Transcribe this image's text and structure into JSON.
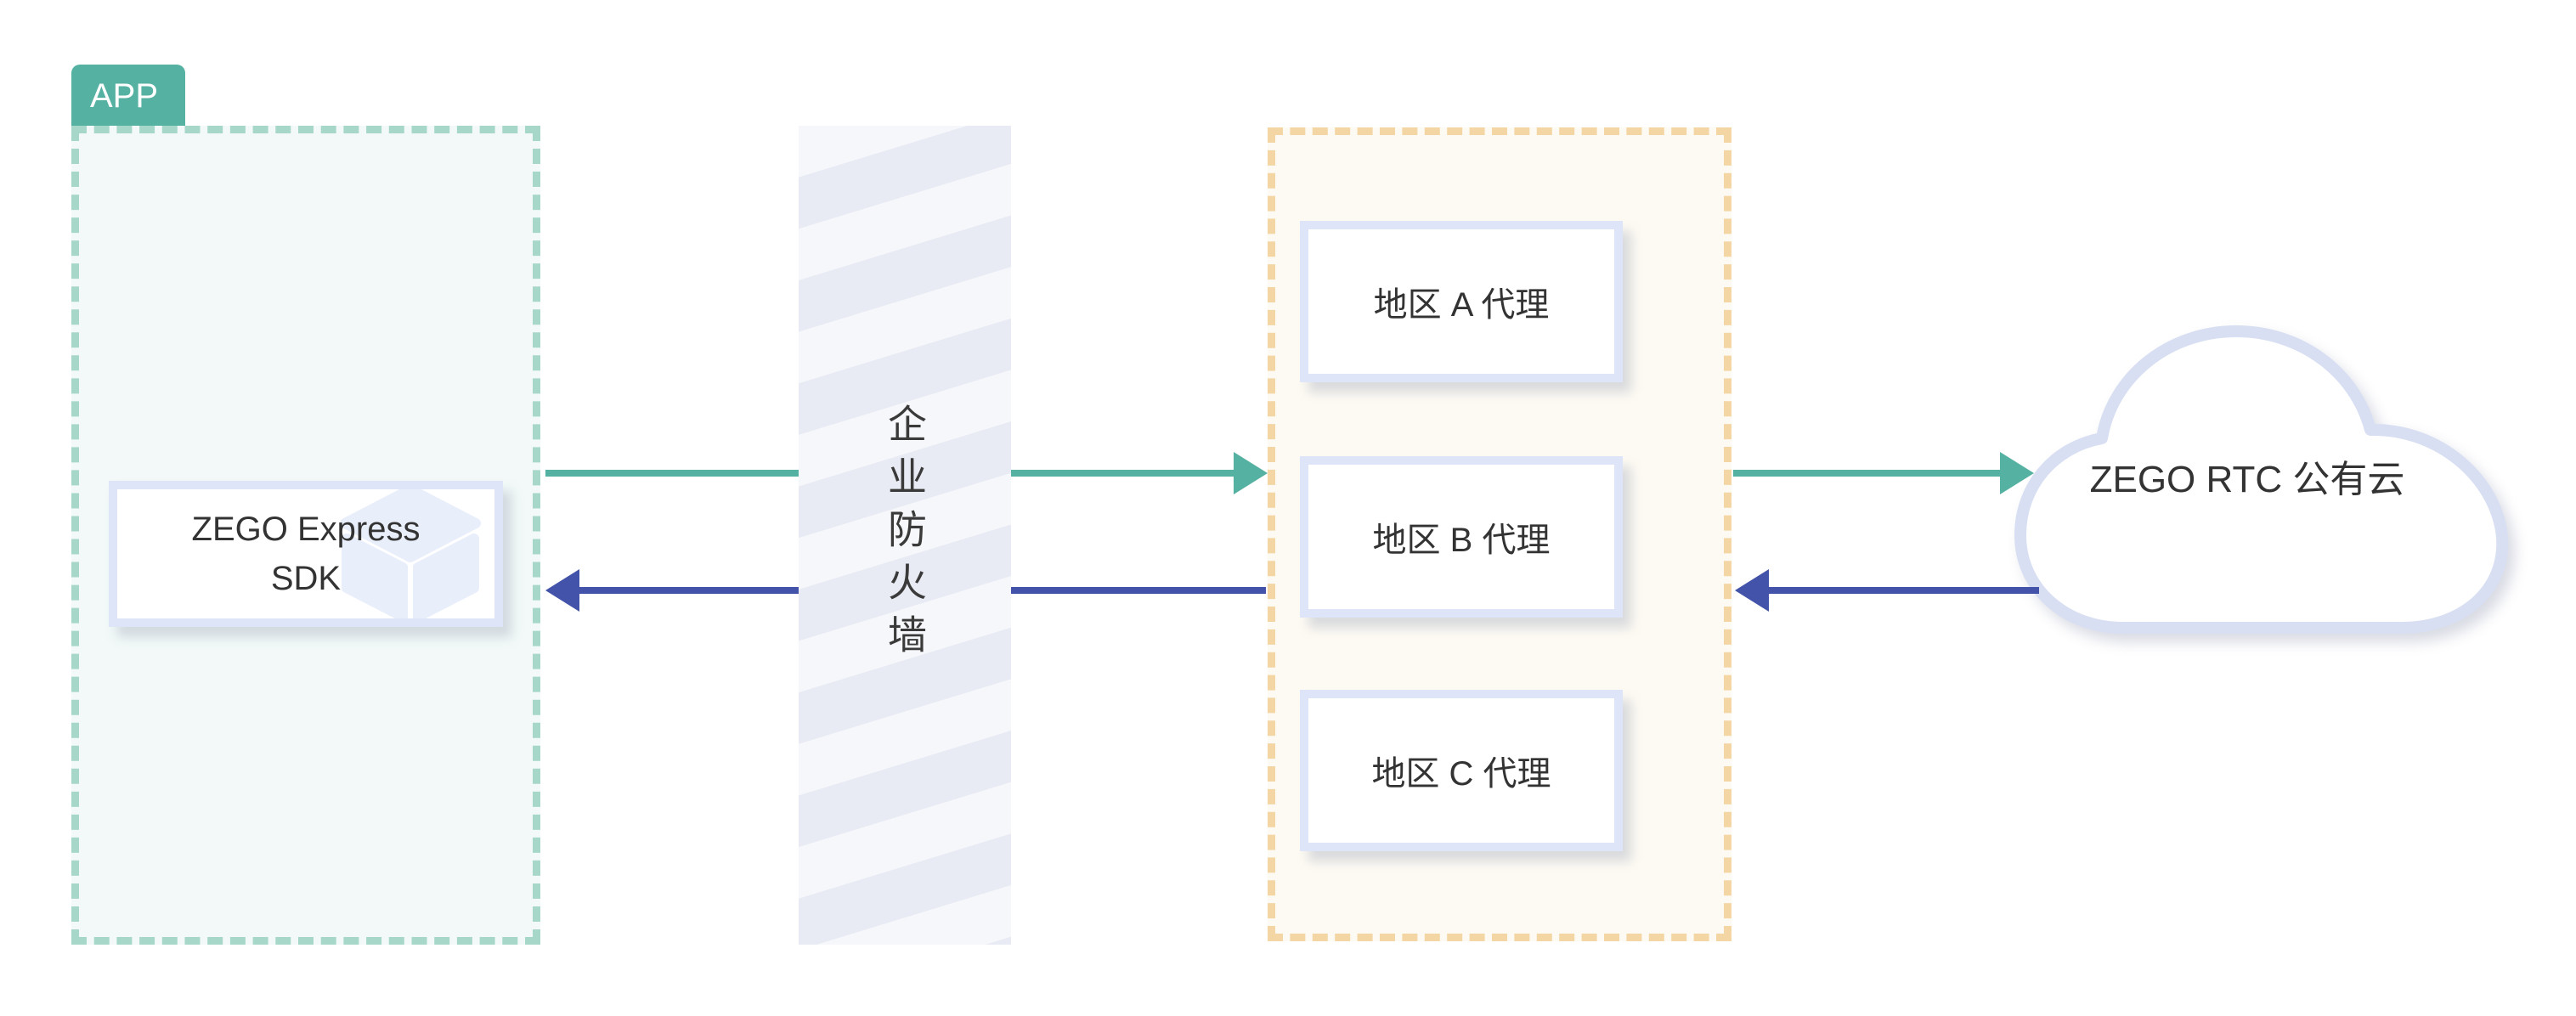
{
  "diagram": {
    "app": {
      "tag": "APP",
      "sdk": {
        "lines": [
          "ZEGO Express",
          "SDK"
        ]
      }
    },
    "firewall": {
      "label": "企业防火墙"
    },
    "proxies": {
      "items": [
        {
          "label": "地区 A 代理"
        },
        {
          "label": "地区 B 代理"
        },
        {
          "label": "地区 C 代理"
        }
      ]
    },
    "cloud": {
      "label": "ZEGO RTC 公有云"
    },
    "flows": [
      {
        "name": "uplink",
        "direction": "left-to-right",
        "color_key": "teal_accent"
      },
      {
        "name": "downlink",
        "direction": "right-to-left",
        "color_key": "blue_arrow"
      }
    ]
  },
  "colors": {
    "teal_accent": "#55b1a1",
    "teal_dash": "#a7d7c9",
    "teal_fill": "#f2f9f8",
    "blue_arrow": "#4253a9",
    "orange_dash": "#f3d6a4",
    "orange_fill": "#fdfaf3",
    "node_border": "#dfe5f8",
    "stripe_light": "#f6f7fb",
    "stripe_dark": "#e9ebf4",
    "cloud_border": "#d8dff2",
    "text": "#333333"
  }
}
